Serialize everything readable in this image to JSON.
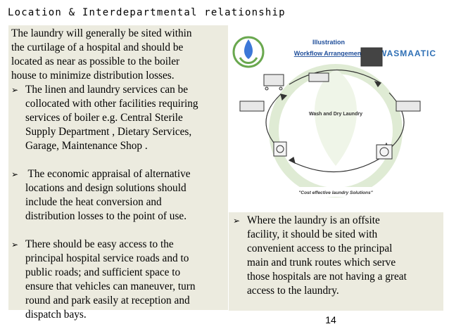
{
  "slide": {
    "title": "Location & Interdepartmental relationship",
    "page_number": "14"
  },
  "left_panel": {
    "intro_lines": [
      "The laundry will generally be sited within",
      "the curtilage of a hospital and should be",
      "located as near as possible to the boiler",
      "house to minimize distribution losses."
    ],
    "bullets": [
      {
        "marker": "➢",
        "lines": [
          "The linen and laundry services can be",
          "collocated with other facilities requiring",
          "services of boiler e.g. Central Sterile",
          "Supply Department , Dietary Services,",
          "Garage, Maintenance Shop ."
        ]
      },
      {
        "marker": "➢",
        "lines": [
          " The economic appraisal of alternative",
          "locations and design solutions should",
          "include the heat conversion and",
          "distribution losses to the point of use."
        ]
      },
      {
        "marker": "➢",
        "lines": [
          "There should be easy access to the",
          "principal hospital service roads and to",
          "public roads; and sufficient space to",
          "ensure that vehicles can maneuver, turn",
          "round and park easily at reception and",
          "dispatch bays."
        ]
      }
    ]
  },
  "figure": {
    "heading": "Illustration",
    "subheading": "Workflow Arrangement",
    "brand": "WASMAATIC",
    "center_label": "Wash and Dry Laundry",
    "caption": "\"Cost effective laundry Solutions\"",
    "colors": {
      "heading": "#1f4e9a",
      "brand": "#2e6fb5",
      "watermark": "#dce9d0"
    }
  },
  "right_panel": {
    "bullet": {
      "marker": "➢",
      "lines": [
        "Where the laundry is an offsite",
        "facility, it should be sited with",
        "convenient access to the principal",
        "main and trunk routes which serve",
        "those hospitals are not having a great",
        "access to the laundry."
      ]
    }
  }
}
